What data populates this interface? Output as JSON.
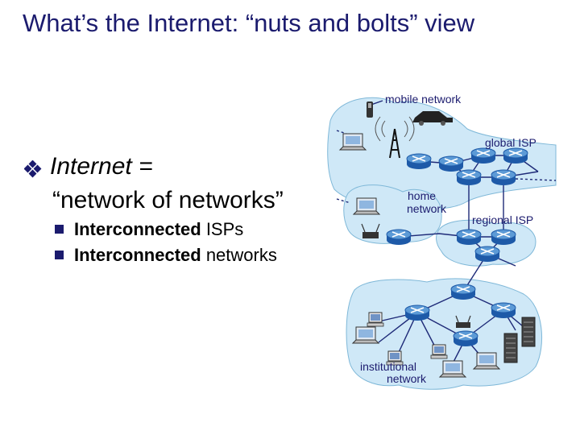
{
  "title": "What’s the Internet: “nuts and bolts” view",
  "bullet": {
    "main_line1": "Internet =",
    "main_line2": "“network of networks”",
    "subs": [
      {
        "strong": "Interconnected",
        "rest": " ISPs"
      },
      {
        "strong": "Interconnected",
        "rest": " networks"
      }
    ]
  },
  "diagram": {
    "mobile_network": "mobile network",
    "global_isp": "global ISP",
    "home_network_1": "home",
    "home_network_2": "network",
    "regional_isp": "regional ISP",
    "institutional_network_1": "institutional",
    "institutional_network_2": "network"
  },
  "colors": {
    "title": "#1b1b6e",
    "cloud": "#cfe8f7",
    "cloud_stroke": "#7fb8d8",
    "link": "#1e2a78",
    "router": "#1e5aa8"
  }
}
